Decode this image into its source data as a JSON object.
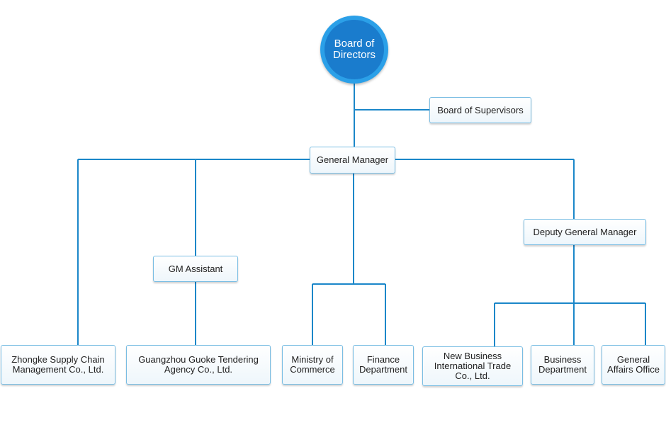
{
  "colors": {
    "line": "#1b87c9",
    "root_fill": "#1a7ccd",
    "root_ring": "#2ba0e8",
    "box_border": "#79bde3"
  },
  "nodes": {
    "board_of_directors": "Board of\nDirectors",
    "board_of_supervisors": "Board of Supervisors",
    "general_manager": "General Manager",
    "deputy_general_manager": "Deputy General Manager",
    "gm_assistant": "GM Assistant",
    "zhongke": "Zhongke Supply Chain\nManagement Co., Ltd.",
    "guangzhou": "Guangzhou Guoke Tendering\nAgency Co., Ltd.",
    "ministry": "Ministry of\nCommerce",
    "finance": "Finance\nDepartment",
    "new_business": "New Business\nInternational Trade\nCo., Ltd.",
    "business_dept": "Business\nDepartment",
    "general_affairs": "General\nAffairs Office"
  }
}
